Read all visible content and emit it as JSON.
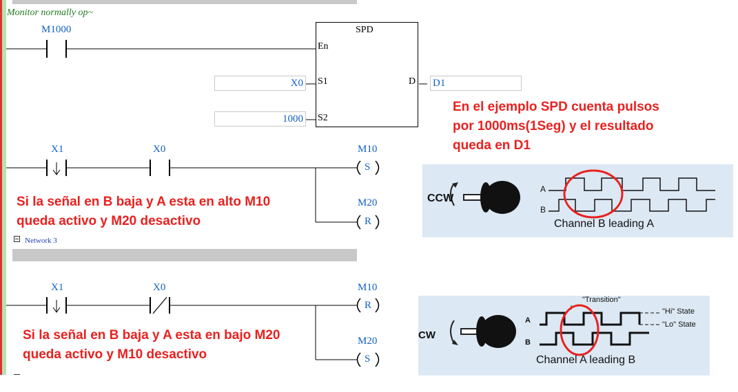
{
  "rung1": {
    "comment": "Monitor normally op~",
    "contact_label": "M1000",
    "block_title": "SPD",
    "pin_en": "En",
    "pin_s1": "S1",
    "pin_s2": "S2",
    "pin_d": "D",
    "s1_value": "X0",
    "s2_value": "1000",
    "d_value": "D1"
  },
  "rung2": {
    "contact1_label": "X1",
    "contact2_label": "X0",
    "coil1_label": "M10",
    "coil1_op": "S",
    "coil2_label": "M20",
    "coil2_op": "R"
  },
  "network3": {
    "label": "Network 3",
    "contact1_label": "X1",
    "contact2_label": "X0",
    "coil1_label": "M10",
    "coil1_op": "R",
    "coil2_label": "M20",
    "coil2_op": "S"
  },
  "annotations": {
    "spd_note": [
      "En el ejemplo SPD cuenta pulsos",
      "por 1000ms(1Seg) y el resultado",
      "queda en D1"
    ],
    "note_a_high": [
      "Si la señal en B baja y A esta en alto M10",
      "queda activo y M20 desactivo"
    ],
    "note_a_low": [
      "Si la señal en B baja y A esta en bajo M20",
      "queda activo y M10 desactivo"
    ]
  },
  "ccw_diagram": {
    "direction_label": "CCW",
    "channel_a": "A",
    "channel_b": "B",
    "caption": "Channel B leading A"
  },
  "cw_diagram": {
    "direction_label": "CW",
    "channel_a": "A",
    "channel_b": "B",
    "transition_label": "\"Transition\"",
    "hi_label": "\"Hi\" State",
    "lo_label": "\"Lo\" State",
    "caption": "Channel A leading B"
  },
  "colors": {
    "annotation_red": "#e8211f",
    "label_blue": "#1060c0",
    "comment_green": "#1f7a1f",
    "panel_bg": "#dce8f3"
  }
}
